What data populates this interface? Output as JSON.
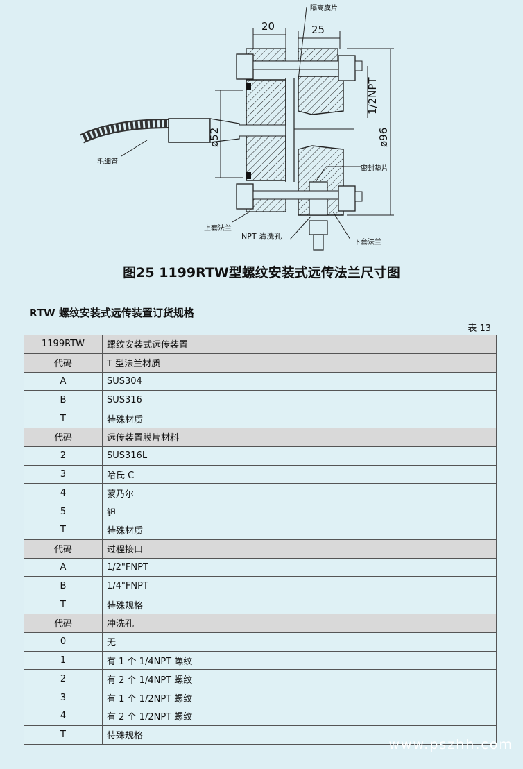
{
  "figure": {
    "caption": "图25 1199RTW型螺纹安装式远传法兰尺寸图",
    "labels": {
      "diaphragm": "隔离膜片",
      "dim_20": "20",
      "dim_25": "25",
      "thread_half_npt": "1/2NPT",
      "dia_52": "ø52",
      "dia_96": "ø96",
      "capillary": "毛细管",
      "gasket": "密封垫片",
      "upper_flange": "上套法兰",
      "npt_flush_hole": "NPT 清洗孔",
      "lower_flange": "下套法兰"
    }
  },
  "section_title": "RTW 螺纹安装式远传装置订货规格",
  "table_number": "表 13",
  "table": {
    "rows": [
      {
        "code": "1199RTW",
        "desc": "螺纹安装式远传装置",
        "type": "header"
      },
      {
        "code": "代码",
        "desc": "T 型法兰材质",
        "type": "header"
      },
      {
        "code": "A",
        "desc": "SUS304",
        "type": "row"
      },
      {
        "code": "B",
        "desc": "SUS316",
        "type": "row"
      },
      {
        "code": "T",
        "desc": "特殊材质",
        "type": "row"
      },
      {
        "code": "代码",
        "desc": "远传装置膜片材料",
        "type": "header"
      },
      {
        "code": "2",
        "desc": "SUS316L",
        "type": "row"
      },
      {
        "code": "3",
        "desc": "哈氏 C",
        "type": "row"
      },
      {
        "code": "4",
        "desc": "蒙乃尔",
        "type": "row"
      },
      {
        "code": "5",
        "desc": "钽",
        "type": "row"
      },
      {
        "code": "T",
        "desc": "特殊材质",
        "type": "row"
      },
      {
        "code": "代码",
        "desc": "过程接口",
        "type": "header"
      },
      {
        "code": "A",
        "desc": "1/2\"FNPT",
        "type": "row"
      },
      {
        "code": "B",
        "desc": "1/4\"FNPT",
        "type": "row"
      },
      {
        "code": "T",
        "desc": "特殊规格",
        "type": "row"
      },
      {
        "code": "代码",
        "desc": "冲洗孔",
        "type": "header"
      },
      {
        "code": "0",
        "desc": "无",
        "type": "row"
      },
      {
        "code": "1",
        "desc": "有 1 个 1/4NPT 螺纹",
        "type": "row"
      },
      {
        "code": "2",
        "desc": "有 2 个 1/4NPT 螺纹",
        "type": "row"
      },
      {
        "code": "3",
        "desc": "有 1 个 1/2NPT 螺纹",
        "type": "row"
      },
      {
        "code": "4",
        "desc": "有 2 个 1/2NPT 螺纹",
        "type": "row"
      },
      {
        "code": "T",
        "desc": "特殊规格",
        "type": "row"
      }
    ]
  },
  "watermark": "www.pszhh.com"
}
